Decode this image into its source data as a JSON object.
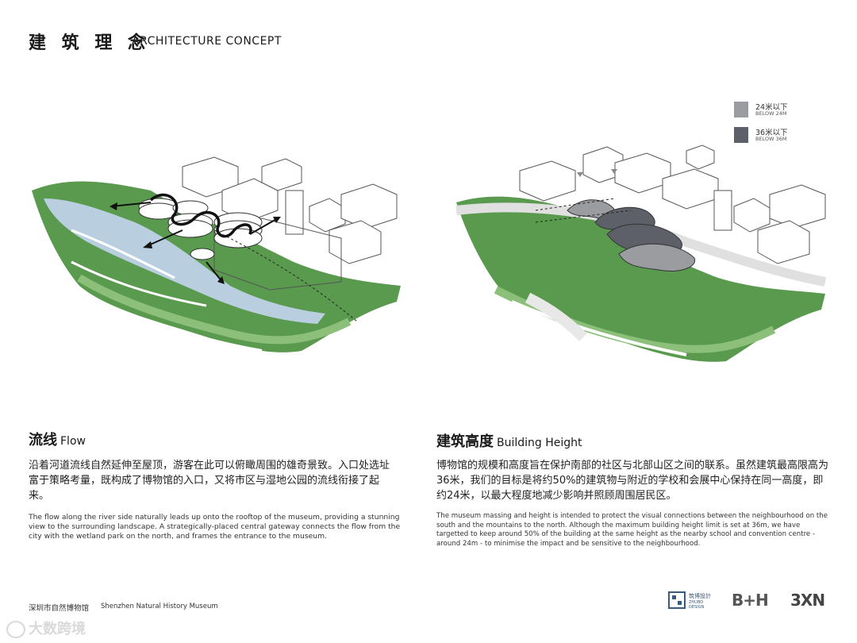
{
  "header": {
    "title_cn": "建 筑 理 念",
    "title_en": "ARCHITECTURE CONCEPT"
  },
  "legend": [
    {
      "cn": "24米以下",
      "en": "BELOW 24M",
      "color": "#9a9ca0"
    },
    {
      "cn": "36米以下",
      "en": "BELOW 36M",
      "color": "#5d6068"
    }
  ],
  "flow": {
    "title_cn": "流线",
    "title_en": "Flow",
    "text_cn": "沿着河道流线自然延伸至屋顶，游客在此可以俯瞰周围的雄奇景致。入口处选址富于策略考量，既构成了博物馆的入口，又将市区与湿地公园的流线衔接了起来。",
    "text_en": "The flow along the river side naturally leads up onto the rooftop of the museum, providing a stunning view to the surrounding landscape. A strategically-placed central gateway connects the flow from the city with the wetland park on the north, and frames the entrance to the museum."
  },
  "height": {
    "title_cn": "建筑高度",
    "title_en": "Building Height",
    "text_cn": "博物馆的规模和高度旨在保护南部的社区与北部山区之间的联系。虽然建筑最高限高为36米，我们的目标是将约50%的建筑物与附近的学校和会展中心保持在同一高度，即约24米，以最大程度地减少影响并照顾周围居民区。",
    "text_en": "The museum massing and height is intended to protect the visual connections between the neighbourhood on the south and the mountains to the north. Although the maximum building height limit is set at 36m, we have targetted to keep around 50% of the building at the same height as the nearby school and convention centre - around 24m - to minimise the impact and be sensitive to the neighbourhood."
  },
  "footer": {
    "museum_cn": "深圳市自然博物馆",
    "museum_en": "Shenzhen Natural History Museum"
  },
  "logos": {
    "zhubo_cn": "筑博設計",
    "zhubo_en": "ZHUBO DESIGN",
    "bh": "B+H",
    "xn": "3XN"
  },
  "watermark": "大数跨境",
  "colors": {
    "green": "#5a9a4e",
    "light_green": "#8cc07a",
    "water": "#b9cfe0",
    "dark_mass": "#5d6068",
    "light_mass": "#9a9ca0"
  }
}
